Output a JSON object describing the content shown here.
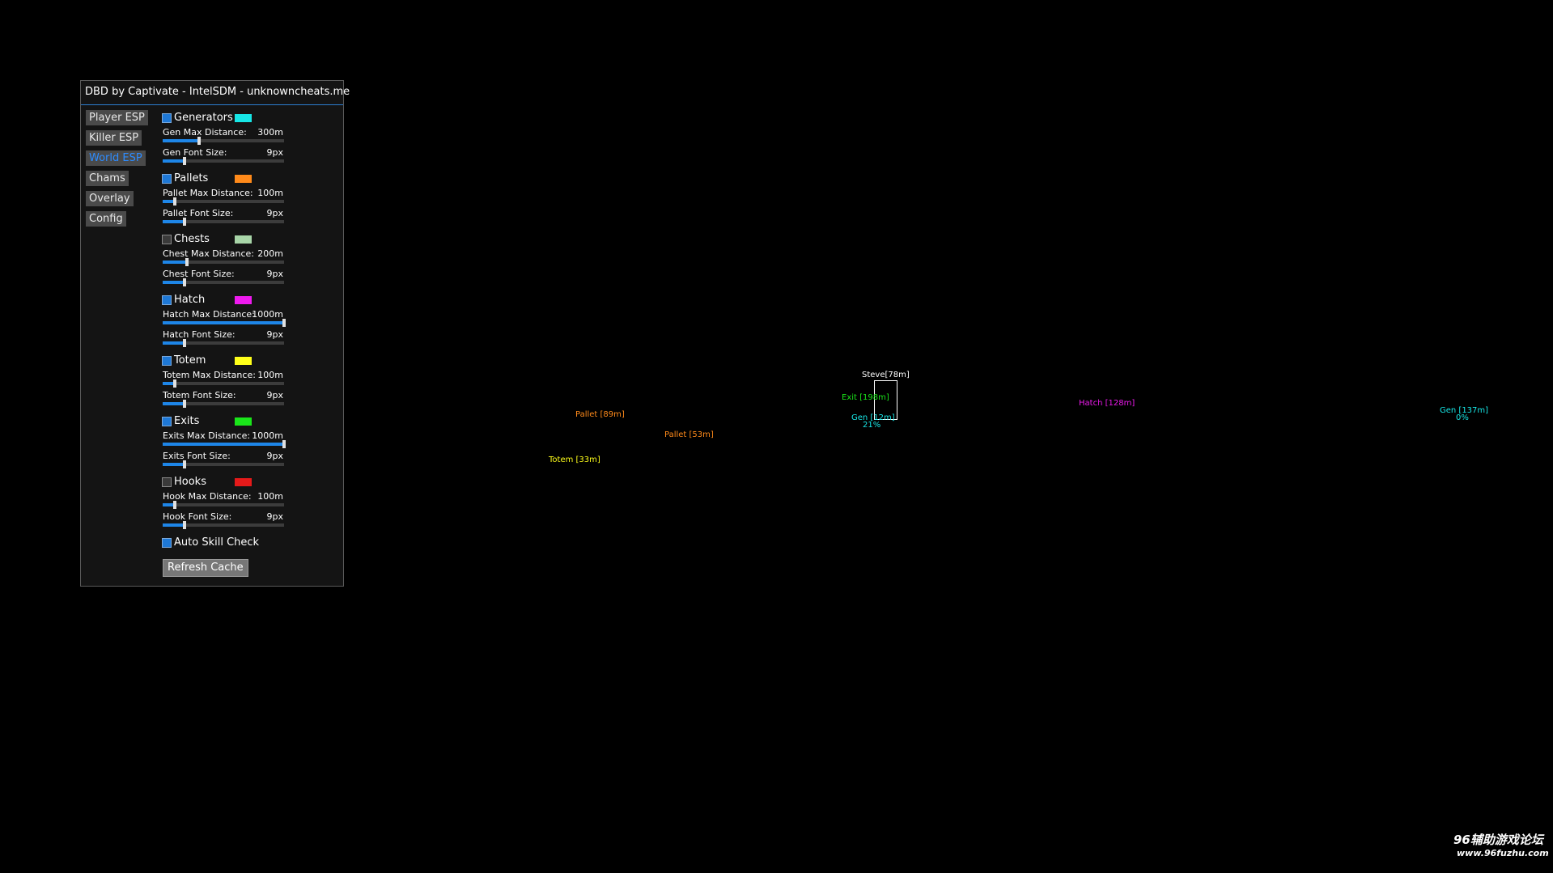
{
  "menu": {
    "title": "DBD by Captivate - IntelSDM - unknowncheats.me",
    "tabs": [
      {
        "label": "Player ESP",
        "active": false
      },
      {
        "label": "Killer ESP",
        "active": false
      },
      {
        "label": "World ESP",
        "active": true
      },
      {
        "label": "Chams",
        "active": false
      },
      {
        "label": "Overlay",
        "active": false
      },
      {
        "label": "Config",
        "active": false
      }
    ],
    "sections": [
      {
        "label": "Generators",
        "checked": true,
        "color": "#17e6e6",
        "distance_label": "Gen Max Distance:",
        "distance_value": "300m",
        "distance_fraction": 0.3,
        "font_label": "Gen Font Size:",
        "font_value": "9px",
        "font_fraction": 0.18
      },
      {
        "label": "Pallets",
        "checked": true,
        "color": "#ff8a1a",
        "distance_label": "Pallet Max Distance:",
        "distance_value": "100m",
        "distance_fraction": 0.1,
        "font_label": "Pallet Font Size:",
        "font_value": "9px",
        "font_fraction": 0.18
      },
      {
        "label": "Chests",
        "checked": false,
        "color": "#a8d5a8",
        "distance_label": "Chest Max Distance:",
        "distance_value": "200m",
        "distance_fraction": 0.2,
        "font_label": "Chest Font Size:",
        "font_value": "9px",
        "font_fraction": 0.18
      },
      {
        "label": "Hatch",
        "checked": true,
        "color": "#ee1aee",
        "distance_label": "Hatch Max Distance:",
        "distance_value": "1000m",
        "distance_fraction": 1.0,
        "font_label": "Hatch Font Size:",
        "font_value": "9px",
        "font_fraction": 0.18
      },
      {
        "label": "Totem",
        "checked": true,
        "color": "#ffff1a",
        "distance_label": "Totem Max Distance:",
        "distance_value": "100m",
        "distance_fraction": 0.1,
        "font_label": "Totem Font Size:",
        "font_value": "9px",
        "font_fraction": 0.18
      },
      {
        "label": "Exits",
        "checked": true,
        "color": "#1ae61a",
        "distance_label": "Exits Max Distance:",
        "distance_value": "1000m",
        "distance_fraction": 1.0,
        "font_label": "Exits Font Size:",
        "font_value": "9px",
        "font_fraction": 0.18
      },
      {
        "label": "Hooks",
        "checked": false,
        "color": "#e61a1a",
        "distance_label": "Hook Max Distance:",
        "distance_value": "100m",
        "distance_fraction": 0.1,
        "font_label": "Hook Font Size:",
        "font_value": "9px",
        "font_fraction": 0.18
      }
    ],
    "auto_skill_check": {
      "label": "Auto Skill Check",
      "checked": true
    },
    "refresh_button": "Refresh Cache"
  },
  "overlay": {
    "player_name": "Steve[78m]",
    "exit_label": "Exit [198m]",
    "gen_near_label": "Gen [12m]",
    "gen_near_progress": "21%",
    "hatch_label": "Hatch [128m]",
    "gen_far_label": "Gen [137m]",
    "gen_far_progress": "0%",
    "pallet_1_label": "Pallet [89m]",
    "pallet_2_label": "Pallet [53m]",
    "totem_label": "Totem [33m]"
  },
  "watermark": {
    "line1": "96辅助游戏论坛",
    "line2": "www.96fuzhu.com"
  }
}
